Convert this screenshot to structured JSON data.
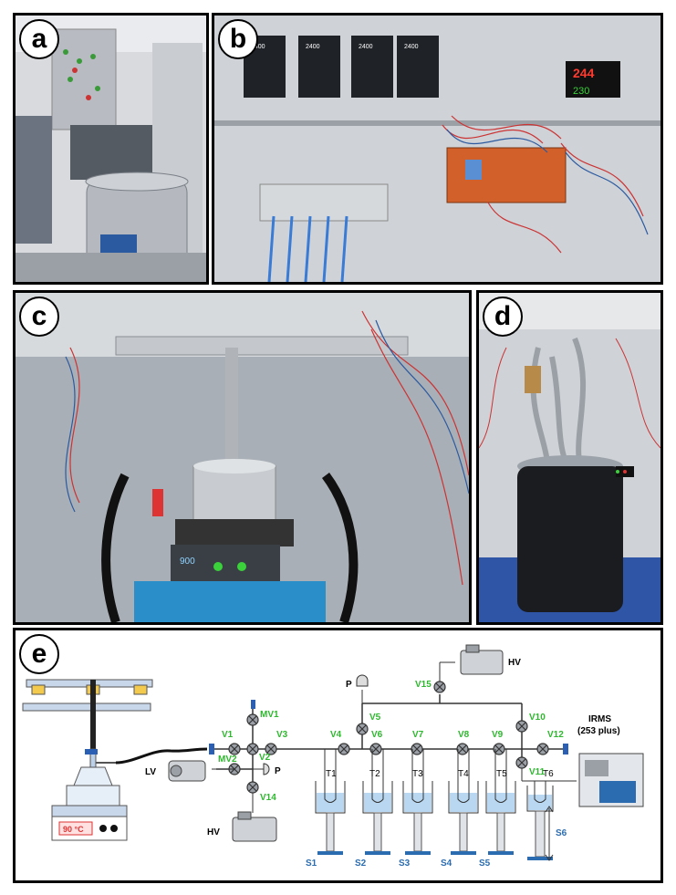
{
  "panels": {
    "a": {
      "label": "a"
    },
    "b": {
      "label": "b",
      "display_1": "244",
      "display_2": "230"
    },
    "c": {
      "label": "c",
      "screen": "900"
    },
    "d": {
      "label": "d"
    },
    "e": {
      "label": "e"
    }
  },
  "schematic": {
    "hotplate_temp": "90 °C",
    "valves": [
      "MV1",
      "V1",
      "V3",
      "V2",
      "MV2",
      "V14",
      "V4",
      "V5",
      "V6",
      "V7",
      "V8",
      "V9",
      "V10",
      "V11",
      "V12",
      "V15"
    ],
    "labels": {
      "MV1": "MV1",
      "V1": "V1",
      "V3": "V3",
      "V2": "V2",
      "MV2": "MV2",
      "V14": "V14",
      "V4": "V4",
      "V5": "V5",
      "V6": "V6",
      "V7": "V7",
      "V8": "V8",
      "V9": "V9",
      "V10": "V10",
      "V11": "V11",
      "V12": "V12",
      "V15": "V15"
    },
    "traps": {
      "T1": "T1",
      "T2": "T2",
      "T3": "T3",
      "T4": "T4",
      "T5": "T5",
      "T6": "T6"
    },
    "stages": {
      "S1": "S1",
      "S2": "S2",
      "S3": "S3",
      "S4": "S4",
      "S5": "S5",
      "S6": "S6"
    },
    "pumps": {
      "LV": "LV",
      "HV_bottom": "HV",
      "HV_top": "HV"
    },
    "gauges": {
      "P_top": "P",
      "P_mid": "P"
    },
    "irms_line1": "IRMS",
    "irms_line2": "(253 plus)"
  },
  "colors": {
    "valve_green": "#2eb82e",
    "stage_blue": "#2b6cb0",
    "dewar_fill": "#b9d7f0"
  }
}
